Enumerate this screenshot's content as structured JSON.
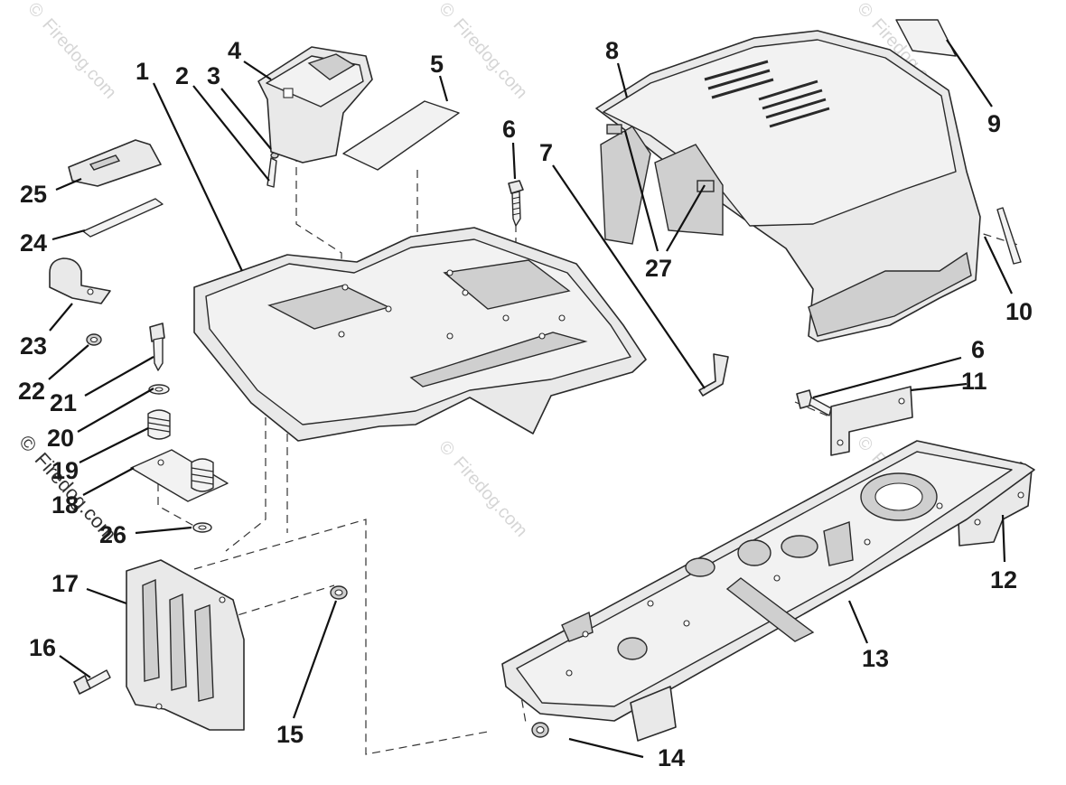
{
  "watermark": {
    "text": "Firedog.com",
    "symbol": "©"
  },
  "callouts": {
    "c1": "1",
    "c2": "2",
    "c3": "3",
    "c4": "4",
    "c5": "5",
    "c6a": "6",
    "c6b": "6",
    "c7": "7",
    "c8": "8",
    "c9": "9",
    "c10": "10",
    "c11": "11",
    "c12": "12",
    "c13": "13",
    "c14": "14",
    "c15": "15",
    "c16": "16",
    "c17": "17",
    "c18": "18",
    "c19": "19",
    "c20": "20",
    "c21": "21",
    "c22": "22",
    "c23": "23",
    "c24": "24",
    "c25": "25",
    "c26": "26",
    "c27": "27"
  },
  "colors": {
    "line": "#2a2a2a",
    "part_fill": "#e9e9e9",
    "background": "#ffffff"
  }
}
